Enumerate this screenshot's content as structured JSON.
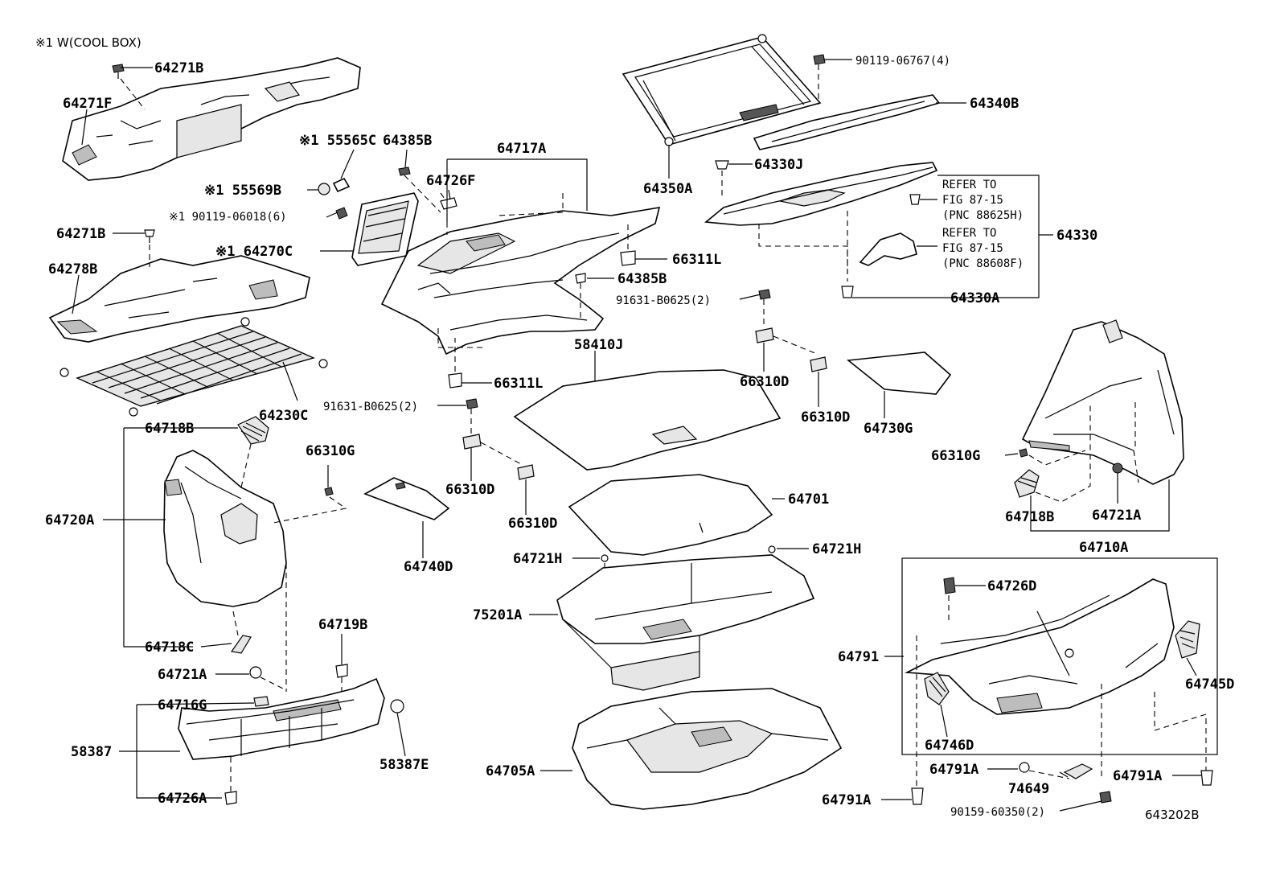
{
  "diagram": {
    "note": "※1 W(COOL BOX)",
    "figure_id": "643202B",
    "labels": {
      "l_64271B_a": "64271B",
      "l_64271F": "64271F",
      "l_55565C": "※1 55565C",
      "l_64385B_a": "64385B",
      "l_55569B": "※1 55569B",
      "l_90119_06018": "※1 90119-06018(6)",
      "l_64270C": "※1 64270C",
      "l_64271B_b": "64271B",
      "l_64278B": "64278B",
      "l_64230C": "64230C",
      "l_64717A": "64717A",
      "l_64726F": "64726F",
      "l_66311L_a": "66311L",
      "l_64385B_b": "64385B",
      "l_66311L_b": "66311L",
      "l_90119_06767": "90119-06767(4)",
      "l_64340B": "64340B",
      "l_64350A": "64350A",
      "l_64330J": "64330J",
      "l_refer1a": "REFER TO",
      "l_refer1b": "FIG 87-15",
      "l_refer1c": "(PNC 88625H)",
      "l_refer2a": "REFER TO",
      "l_refer2b": "FIG 87-15",
      "l_refer2c": "(PNC 88608F)",
      "l_64330": "64330",
      "l_64330A": "64330A",
      "l_91631_a": "91631-B0625(2)",
      "l_58410J": "58410J",
      "l_66310D_a": "66310D",
      "l_66310D_b": "66310D",
      "l_64730G": "64730G",
      "l_91631_b": "91631-B0625(2)",
      "l_66310D_c": "66310D",
      "l_66310D_d": "66310D",
      "l_64718B_a": "64718B",
      "l_66310G_a": "66310G",
      "l_64720A": "64720A",
      "l_64740D": "64740D",
      "l_64701": "64701",
      "l_66310G_b": "66310G",
      "l_64718B_b": "64718B",
      "l_64721A_b": "64721A",
      "l_64710A": "64710A",
      "l_64721H_a": "64721H",
      "l_64721H_b": "64721H",
      "l_75201A": "75201A",
      "l_64718C": "64718C",
      "l_64719B": "64719B",
      "l_64721A_a": "64721A",
      "l_64716G": "64716G",
      "l_58387": "58387",
      "l_58387E": "58387E",
      "l_64726A": "64726A",
      "l_64705A": "64705A",
      "l_64726D": "64726D",
      "l_64791": "64791",
      "l_64745D": "64745D",
      "l_64746D": "64746D",
      "l_64791A_a": "64791A",
      "l_64791A_b": "64791A",
      "l_74649": "74649",
      "l_64791A_c": "64791A",
      "l_90159": "90159-60350(2)"
    }
  }
}
